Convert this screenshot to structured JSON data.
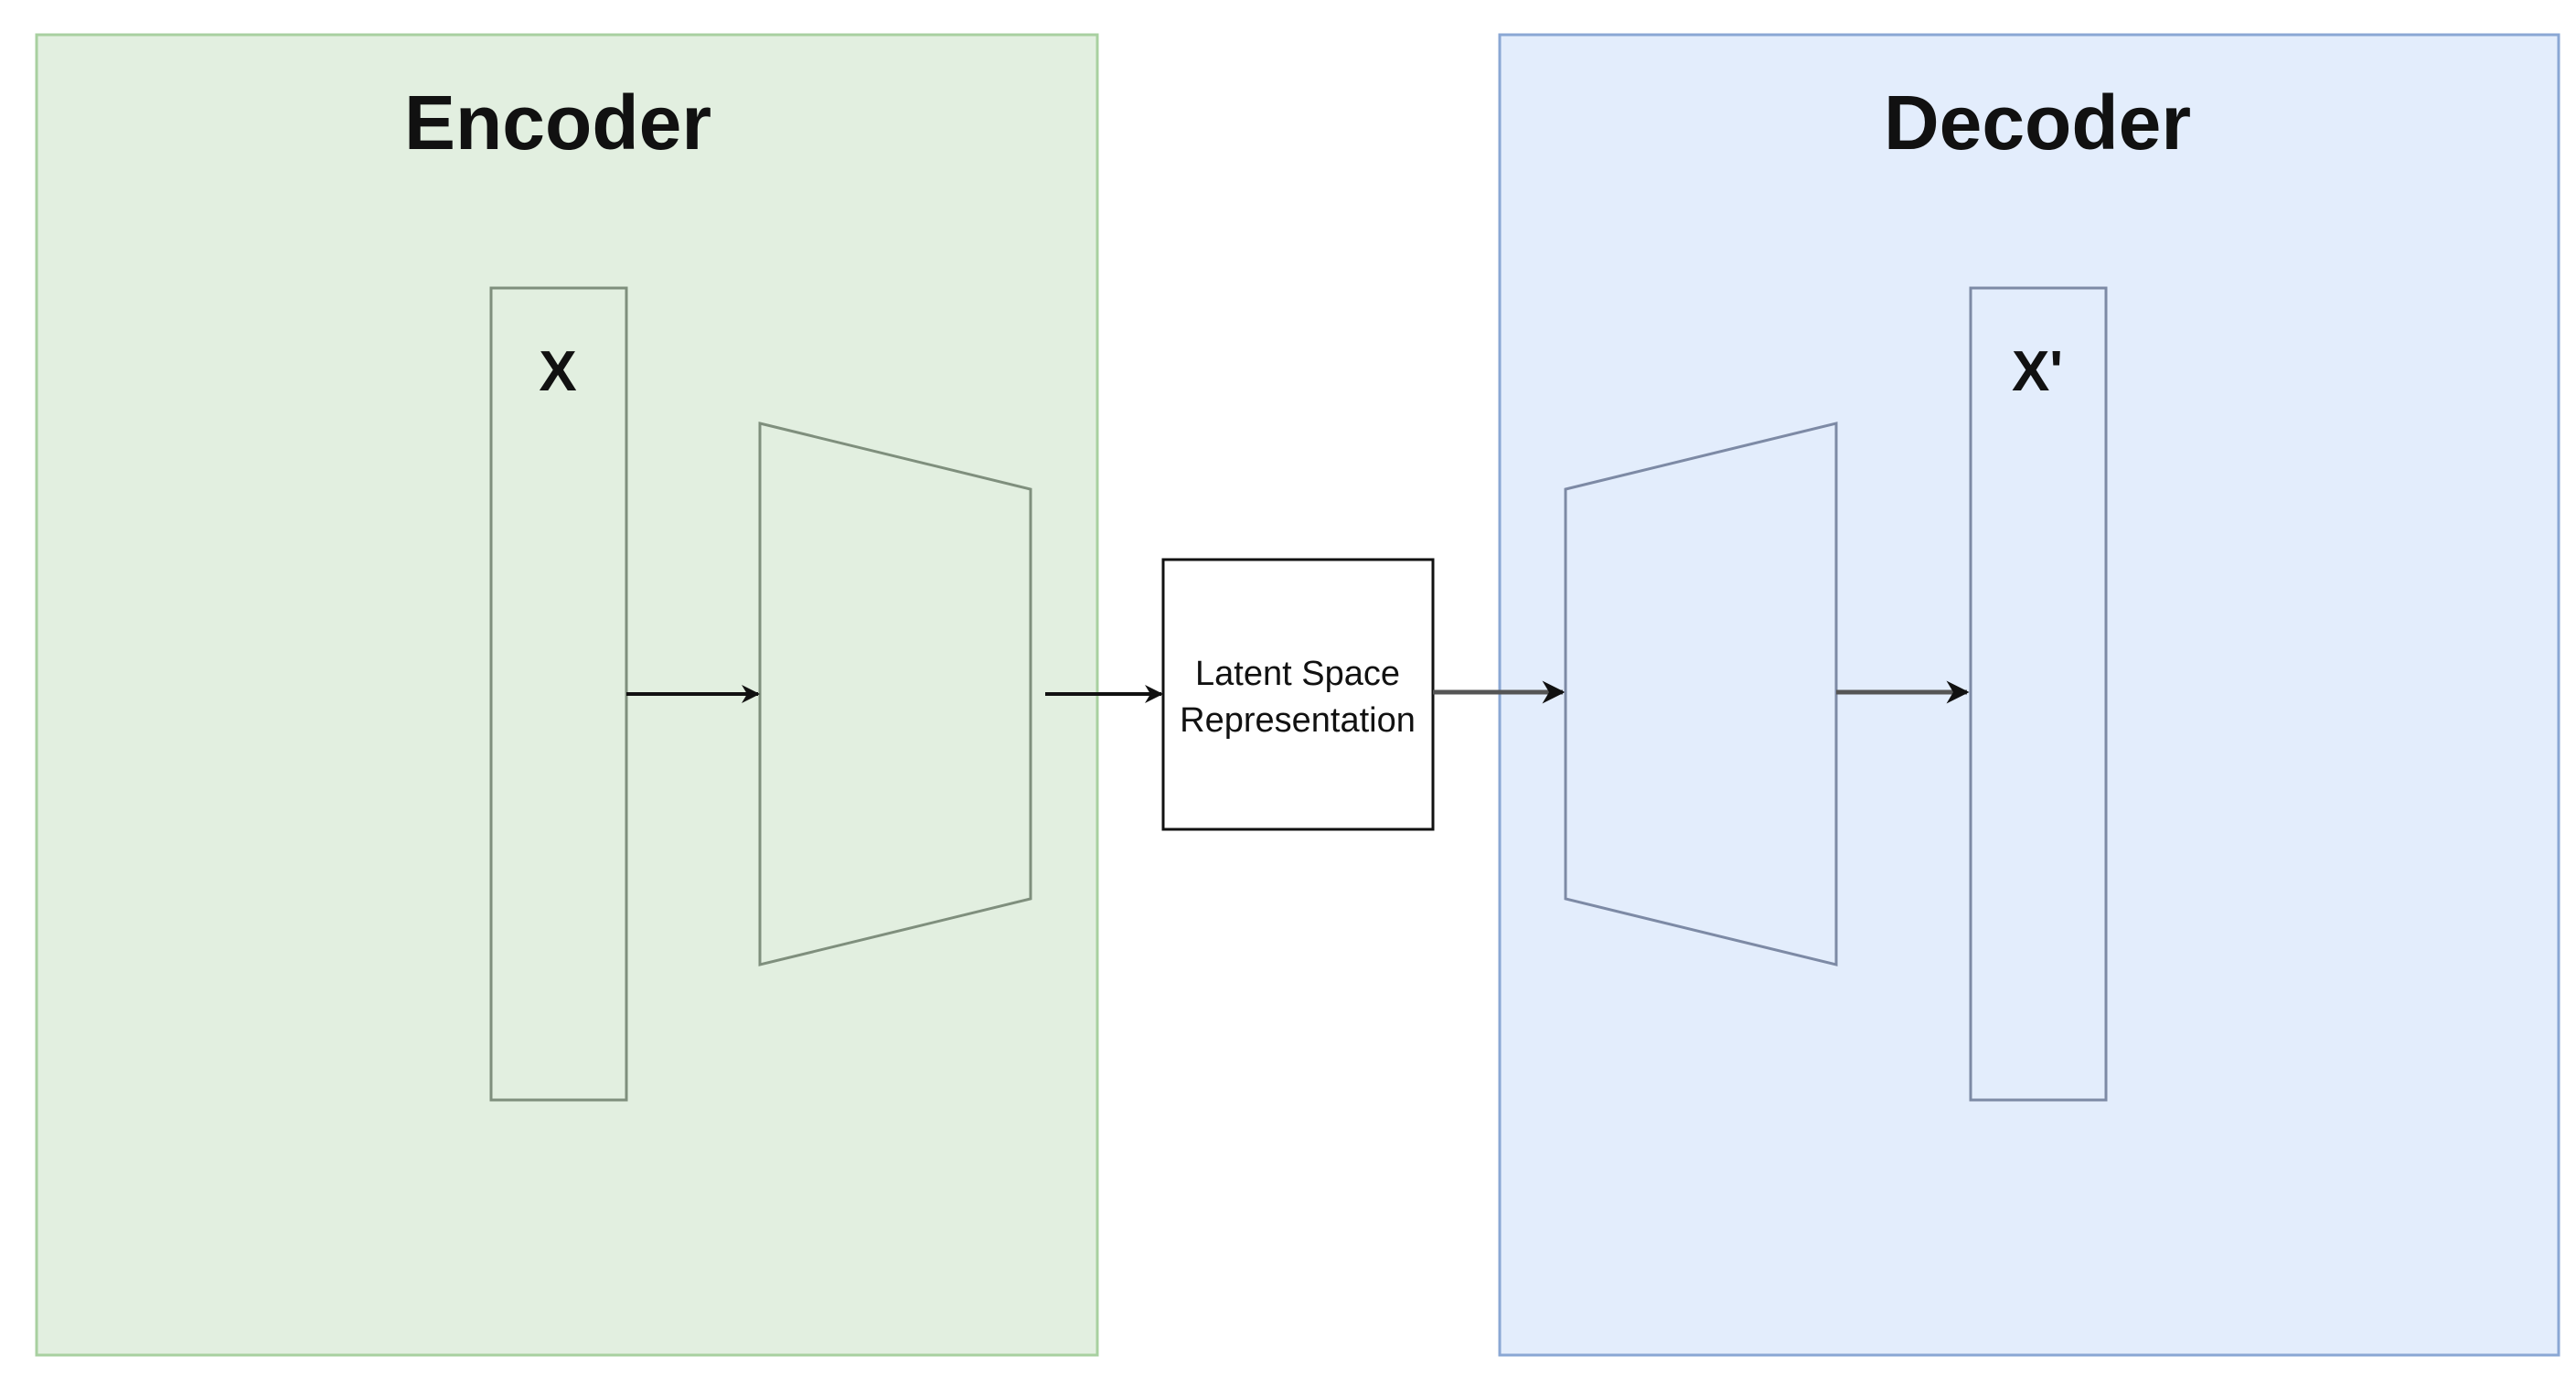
{
  "encoder": {
    "title": "Encoder",
    "input_label": "X",
    "panel_fill": "#e2efe0",
    "panel_border": "#a8d0a0"
  },
  "decoder": {
    "title": "Decoder",
    "output_label": "X'",
    "panel_fill": "#e3edfc",
    "panel_border": "#8aa7d4"
  },
  "latent": {
    "line1": "Latent Space",
    "line2": "Representation"
  },
  "colors": {
    "shape_stroke_encoder": "#7f8f7d",
    "shape_stroke_decoder": "#7d8aa5",
    "arrow": "#111111",
    "latent_box_stroke": "#111111",
    "latent_box_fill": "#ffffff"
  }
}
